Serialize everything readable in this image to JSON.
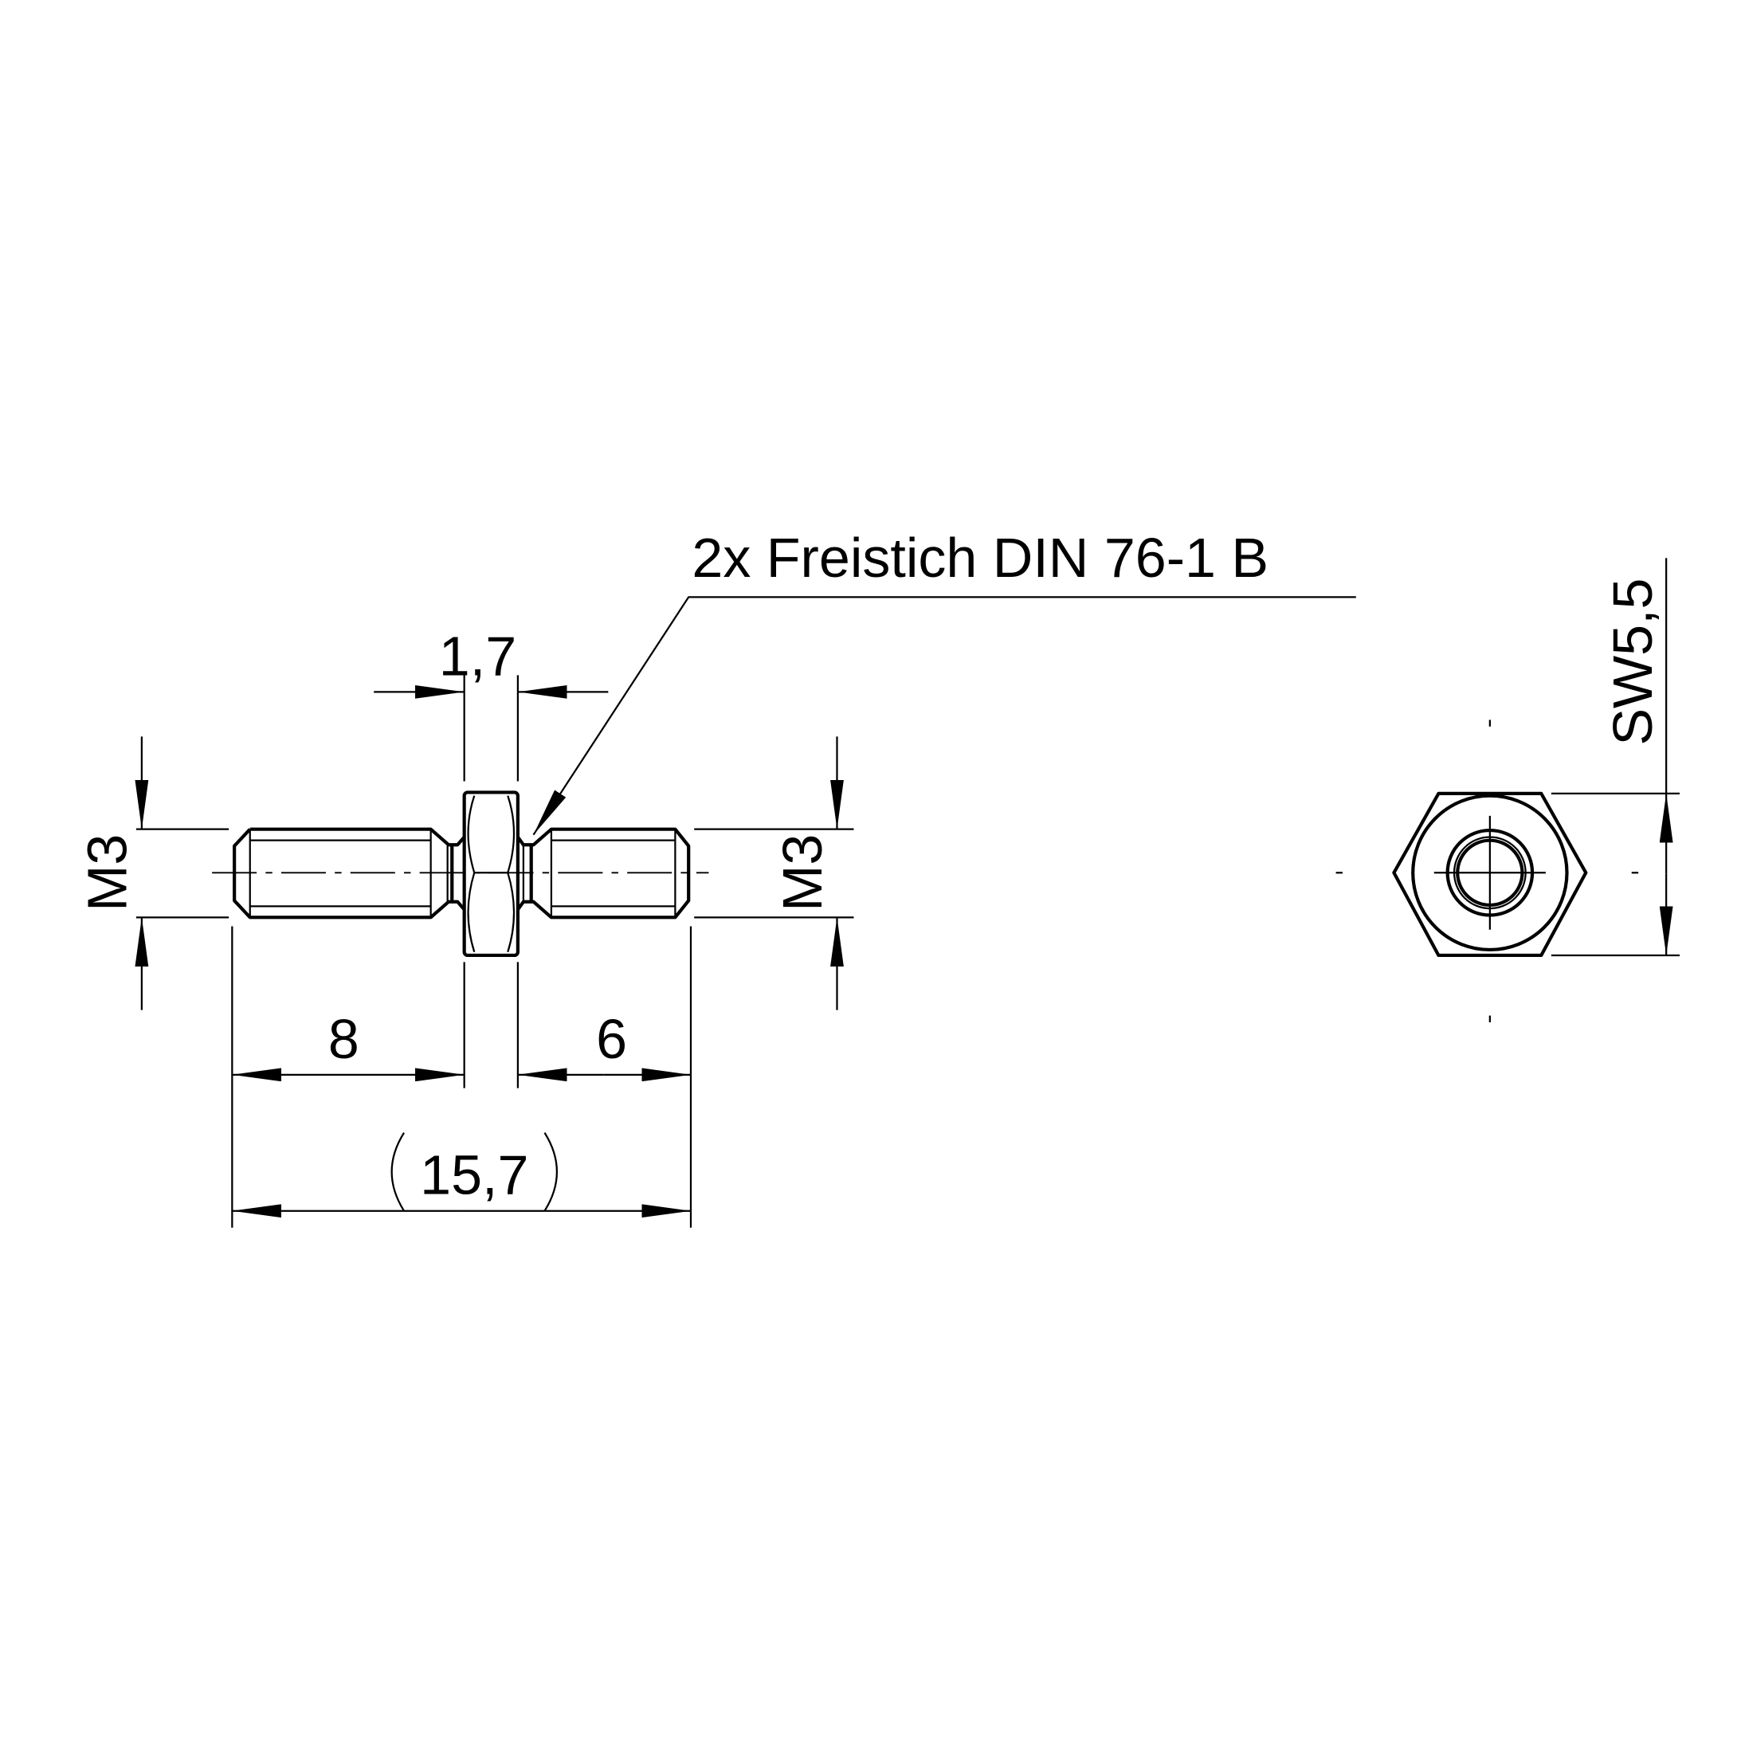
{
  "drawing": {
    "note": "2x Freistich DIN 76-1 B",
    "dimensions": {
      "thread_left": "M3",
      "thread_right": "M3",
      "hex_width": "1,7",
      "length_left": "8",
      "length_right": "6",
      "total_length": "15,7",
      "wrench_size": "SW5,5"
    }
  }
}
